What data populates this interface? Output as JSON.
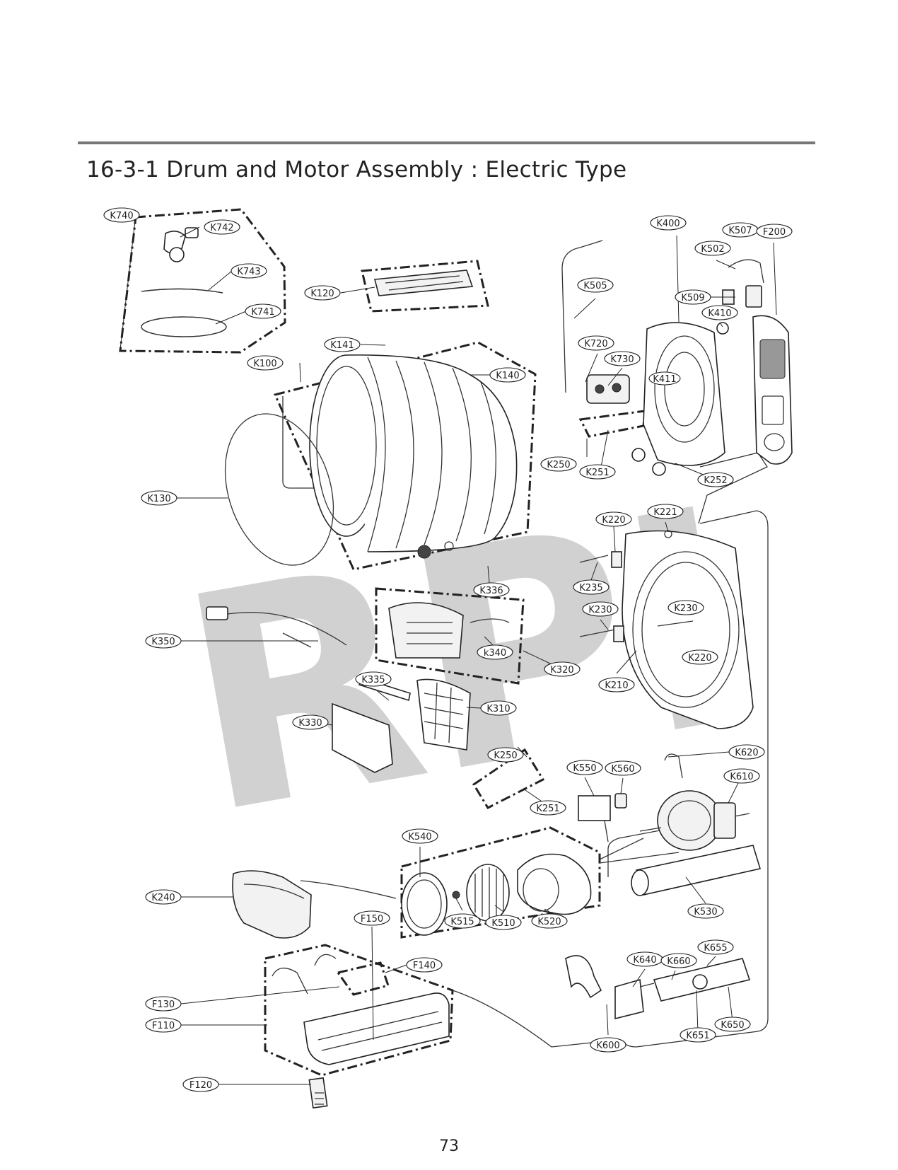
{
  "header": {
    "title": "16-3-1 Drum and Motor Assembly : Electric Type"
  },
  "footer": {
    "page_number": "73"
  },
  "watermark": {
    "text": "RPI"
  },
  "parts": [
    "K740",
    "K742",
    "K743",
    "K741",
    "K120",
    "K141",
    "K100",
    "K140",
    "K130",
    "K336",
    "K350",
    "k340",
    "K320",
    "K335",
    "K310",
    "K330",
    "K250",
    "K251",
    "K400",
    "K507",
    "F200",
    "K502",
    "K505",
    "K509",
    "K410",
    "K720",
    "K730",
    "K411",
    "K252",
    "K220",
    "K221",
    "K235",
    "K230",
    "K210",
    "K620",
    "K550",
    "K560",
    "K610",
    "K540",
    "K515",
    "K510",
    "K520",
    "K530",
    "K240",
    "F150",
    "F140",
    "F130",
    "F110",
    "F120",
    "K640",
    "K660",
    "K655",
    "K600",
    "K651",
    "K650"
  ],
  "extra_labels": [
    "K250",
    "K251",
    "K230",
    "K220"
  ],
  "colors": {
    "rule": "#777777",
    "ink": "#222222",
    "watermark": "#9a9a9a"
  }
}
